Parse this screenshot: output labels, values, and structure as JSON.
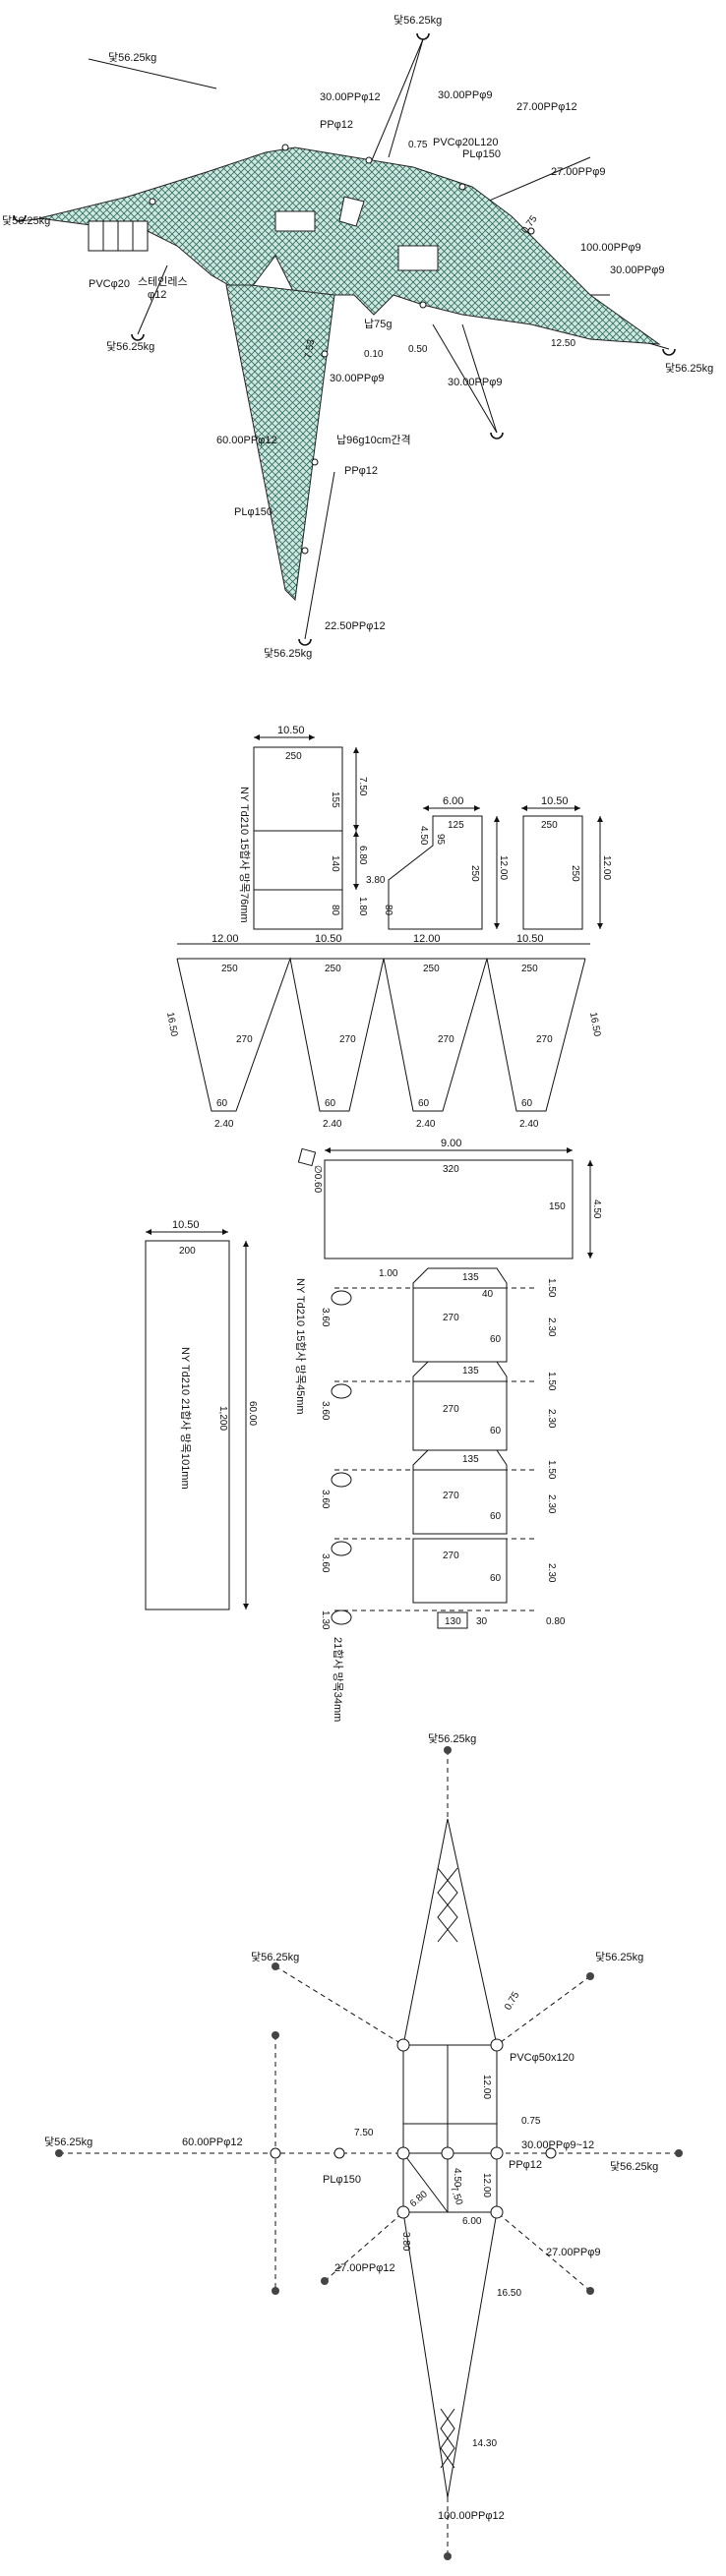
{
  "section1": {
    "labels": {
      "anchor_top": "닻56.25kg",
      "anchor_top_left": "닻56.25kg",
      "anchor_left": "닻56.25kg",
      "anchor_bottom_left": "닻56.25kg",
      "anchor_right": "닻56.25kg",
      "anchor_bottom": "닻56.25kg",
      "pp12_top": "PPφ12",
      "rope_30pp12": "30.00PPφ12",
      "rope_30pp9_top": "30.00PPφ9",
      "rope_27pp12": "27.00PPφ12",
      "pvc20l120": "PVCφ20L120",
      "pl150_top": "PLφ150",
      "rope_27pp9": "27.00PPφ9",
      "dim_075_top": "0.75",
      "dim_075_right": "0.75",
      "rope_100pp9": "100.00PPφ9",
      "rope_30pp9_right": "30.00PPφ9",
      "pvc20": "PVCφ20",
      "stainless": "스테인레스",
      "stainless_dia": "φ12",
      "lead75": "납75g",
      "dim_753": "7.53",
      "dim_010": "0.10",
      "dim_050": "0.50",
      "dim_1250": "12.50",
      "rope_30pp9_a": "30.00PPφ9",
      "rope_30pp9_b": "30.00PPφ9",
      "rope_60pp12": "60.00PPφ12",
      "lead96": "납96g10cm간격",
      "pp12_mid": "PPφ12",
      "pl150_left": "PLφ150",
      "rope_225pp12": "22.50PPφ12"
    }
  },
  "section2": {
    "labels": {
      "w1050_a": "10.50",
      "m250_a": "250",
      "d750": "7.50",
      "m155": "155",
      "vt_spec1": "NY Td210 15합사 망목76mm",
      "d680": "6.80",
      "m140": "140",
      "d180": "1.80",
      "m80_a": "80",
      "w600": "6.00",
      "m125": "125",
      "d450": "4.50",
      "m95": "95",
      "d380": "3.80",
      "m80_b": "80",
      "h1200_a": "12.00",
      "m250_b": "250",
      "w1050_b": "10.50",
      "m250_c": "250",
      "h1200_b": "12.00",
      "m250_d": "250"
    },
    "strip": {
      "widths": [
        "12.00",
        "10.50",
        "12.00",
        "10.50"
      ],
      "tops": [
        "250",
        "250",
        "250",
        "250"
      ],
      "diag_left": "16.50",
      "diag_right": "16.50",
      "sides": [
        "270",
        "270",
        "270",
        "270"
      ],
      "bottoms": [
        "60",
        "60",
        "60",
        "60"
      ],
      "base": [
        "2.40",
        "2.40",
        "2.40",
        "2.40"
      ]
    }
  },
  "section3": {
    "labels": {
      "w1050": "10.50",
      "m200": "200",
      "vt_spec2": "NY Td210 21합사 망목101mm",
      "d6000": "60.00",
      "m1200": "1,200",
      "w900": "9.00",
      "m320": "320",
      "d450": "4.50",
      "m150": "150",
      "float_label": "∅0.60",
      "d100": "1.00",
      "vt_spec3": "NY Td210 15합사 망목45mm",
      "m40": "40",
      "m130": "130",
      "m30": "30",
      "d130": "1.30",
      "d080": "0.80",
      "vt_spec4": "21합사 망목34mm"
    },
    "blocks": [
      {
        "top": "135",
        "mid": "270",
        "side": "60",
        "left_dim": "3.60",
        "right_top": "1.50",
        "right_mid": "2.30"
      },
      {
        "top": "135",
        "mid": "270",
        "side": "60",
        "left_dim": "3.60",
        "right_top": "1.50",
        "right_mid": "2.30"
      },
      {
        "top": "135",
        "mid": "270",
        "side": "60",
        "left_dim": "3.60",
        "right_top": "1.50",
        "right_mid": "2.30"
      },
      {
        "top": "",
        "mid": "270",
        "side": "60",
        "left_dim": "3.60",
        "right_top": "",
        "right_mid": "2.30"
      }
    ]
  },
  "section4": {
    "labels": {
      "anchor_top": "닻56.25kg",
      "anchor_ul": "닻56.25kg",
      "anchor_ur": "닻56.25kg",
      "anchor_left": "닻56.25kg",
      "anchor_right": "닻56.25kg",
      "d075_a": "0.75",
      "pvc50": "PVCφ50x120",
      "d1200_a": "12.00",
      "d075_b": "0.75",
      "rope_60pp12": "60.00PPφ12",
      "d750": "7.50",
      "pl150": "PLφ150",
      "rope_30pp9_12": "30.00PPφ9~12",
      "pp12": "PPφ12",
      "d450": "4.50",
      "d1200_b": "12.00",
      "d680": "6.80",
      "d750b": "7.50",
      "d380": "3.80",
      "d600": "6.00",
      "rope_27pp9": "27.00PPφ9",
      "rope_27pp12": "27.00PPφ12",
      "d1650": "16.50",
      "d1430": "14.30",
      "rope_100pp12": "100.00PPφ12"
    }
  }
}
